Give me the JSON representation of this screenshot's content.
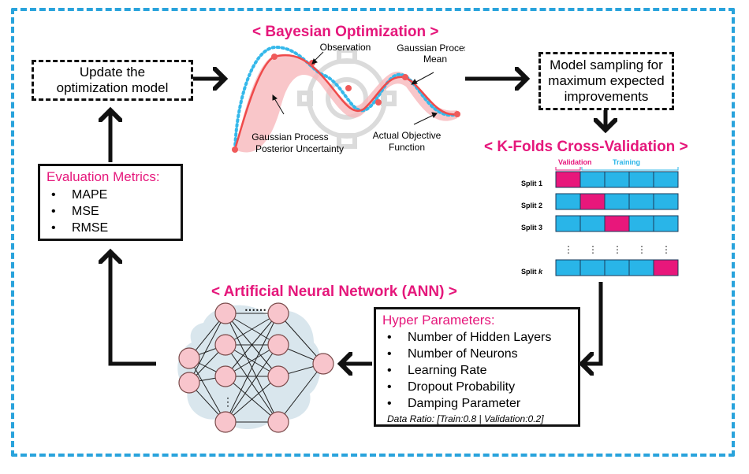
{
  "bayes": {
    "title": "< Bayesian Optimization >",
    "observation": "Observation",
    "gp_mean": [
      "Gaussian Process",
      "Mean"
    ],
    "gp_uncertainty": [
      "Gaussian Process",
      "Posterior Uncertainty"
    ],
    "actual_objective": [
      "Actual Objective",
      "Function"
    ]
  },
  "update_box": {
    "line1": "Update the",
    "line2": "optimization model"
  },
  "sampling_box": {
    "line1": "Model sampling for",
    "line2": "maximum expected",
    "line3": "improvements"
  },
  "kfold": {
    "title": "< K-Folds Cross-Validation >",
    "validation_label": "Validation",
    "training_label": "Training",
    "splits": [
      "Split 1",
      "Split 2",
      "Split 3"
    ],
    "split_k_prefix": "Split ",
    "split_k_var": "k",
    "validation_index": [
      0,
      1,
      2,
      4
    ],
    "colors": {
      "validation": "#e8177b",
      "training": "#29b5e8"
    }
  },
  "metrics": {
    "title": "Evaluation Metrics:",
    "items": [
      "MAPE",
      "MSE",
      "RMSE"
    ]
  },
  "ann": {
    "title": "< Artificial Neural Network (ANN) >"
  },
  "hyper": {
    "title": "Hyper Parameters:",
    "items": [
      "Number of Hidden Layers",
      "Number of Neurons",
      "Learning Rate",
      "Dropout Probability",
      "Damping Parameter"
    ],
    "ratio": "Data Ratio: [Train:0.8 | Validation:0.2]"
  },
  "colors": {
    "accent_pink": "#e5177b",
    "frame_blue": "#29a3dc",
    "node_pink": "#f8c5cc"
  }
}
